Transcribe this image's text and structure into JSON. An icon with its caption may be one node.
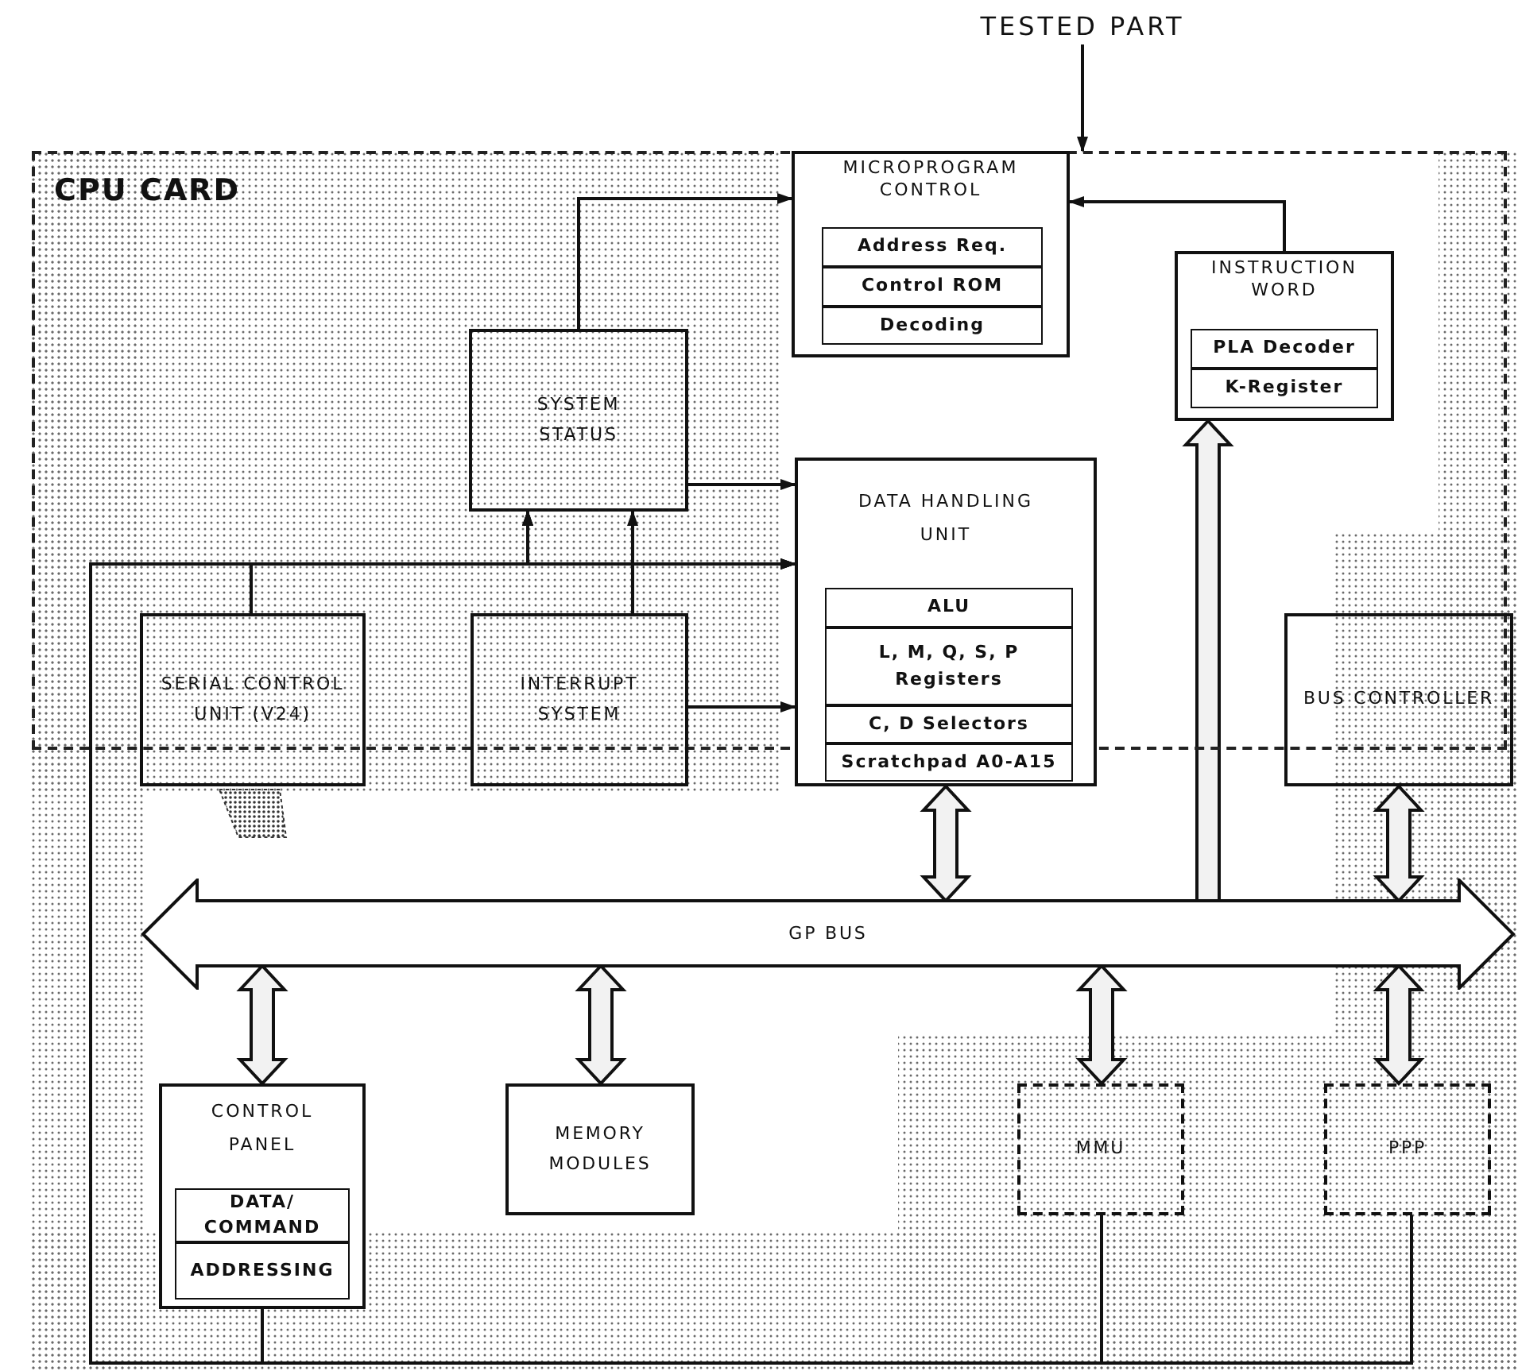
{
  "diagram": {
    "nodes": [
      {
        "text": [
          "CPU CARD"
        ]
      },
      {
        "text": [
          "MICROPROGRAM CONTROL"
        ],
        "in": 0
      },
      {
        "text": [
          "Address Req."
        ],
        "in": 1
      },
      {
        "text": [
          "Control ROM"
        ],
        "in": 1
      },
      {
        "text": [
          "Decoding"
        ],
        "in": 1
      },
      {
        "text": [
          "INSTRUCTION WORD"
        ],
        "in": 0
      },
      {
        "text": [
          "PLA Decoder"
        ],
        "in": 5
      },
      {
        "text": [
          "K-Register"
        ],
        "in": 5
      },
      {
        "text": [
          "SYSTEM STATUS"
        ],
        "in": 0
      },
      {
        "text": [
          "DATA HANDLING UNIT"
        ],
        "in": 0
      },
      {
        "text": [
          "ALU"
        ],
        "in": 9
      },
      {
        "text": [
          "L, M, Q, S, P Registers"
        ],
        "in": 9
      },
      {
        "text": [
          "C, D Selectors"
        ],
        "in": 9
      },
      {
        "text": [
          "Scratchpad A0-A15"
        ],
        "in": 9
      },
      {
        "text": [
          "SERIAL CONTROL UNIT (V24)"
        ],
        "in": 0
      },
      {
        "text": [
          "INTERRUPT SYSTEM"
        ],
        "in": 0
      },
      {
        "text": [
          "BUS CONTROLLER"
        ]
      },
      {
        "text": [
          "GP BUS"
        ]
      },
      {
        "text": [
          "CONTROL PANEL"
        ]
      },
      {
        "text": [
          "DATA/ COMMAND"
        ],
        "in": 18
      },
      {
        "text": [
          "ADDRESSING"
        ],
        "in": 18
      },
      {
        "text": [
          "MEMORY MODULES"
        ]
      },
      {
        "text": [
          "MMU"
        ]
      },
      {
        "text": [
          "PPP"
        ]
      },
      {
        "text": [
          "TESTED PART"
        ]
      }
    ],
    "edges": [
      {
        "from": 24,
        "to": 0,
        "arrow": "to"
      },
      {
        "from": 8,
        "to": 1,
        "arrow": "to"
      },
      {
        "from": 5,
        "to": 1,
        "arrow": "to"
      },
      {
        "from": 8,
        "to": 9,
        "arrow": "to"
      },
      {
        "from": 15,
        "to": 8,
        "arrow": "to"
      },
      {
        "from": 15,
        "to": 9,
        "arrow": "to"
      },
      {
        "from": 14,
        "to": 8,
        "arrow": "to"
      },
      {
        "from": 14,
        "to": 9,
        "arrow": "to"
      },
      {
        "from": 18,
        "to": 8,
        "arrow": "to"
      },
      {
        "from": 18,
        "to": 9,
        "arrow": "to"
      },
      {
        "from": 22,
        "to": 8,
        "arrow": "to"
      },
      {
        "from": 22,
        "to": 9,
        "arrow": "to"
      },
      {
        "from": 23,
        "to": 8,
        "arrow": "to"
      },
      {
        "from": 23,
        "to": 9,
        "arrow": "to"
      },
      {
        "from": 9,
        "to": 17,
        "arrow": "both",
        "style": "thick"
      },
      {
        "from": 17,
        "to": 5,
        "arrow": "to",
        "style": "thick"
      },
      {
        "from": 16,
        "to": 17,
        "arrow": "both",
        "style": "thick"
      },
      {
        "from": 17,
        "to": 18,
        "arrow": "both",
        "style": "thick"
      },
      {
        "from": 17,
        "to": 21,
        "arrow": "both",
        "style": "thick"
      },
      {
        "from": 17,
        "to": 22,
        "arrow": "both",
        "style": "thick"
      },
      {
        "from": 17,
        "to": 23,
        "arrow": "both",
        "style": "thick"
      }
    ]
  }
}
